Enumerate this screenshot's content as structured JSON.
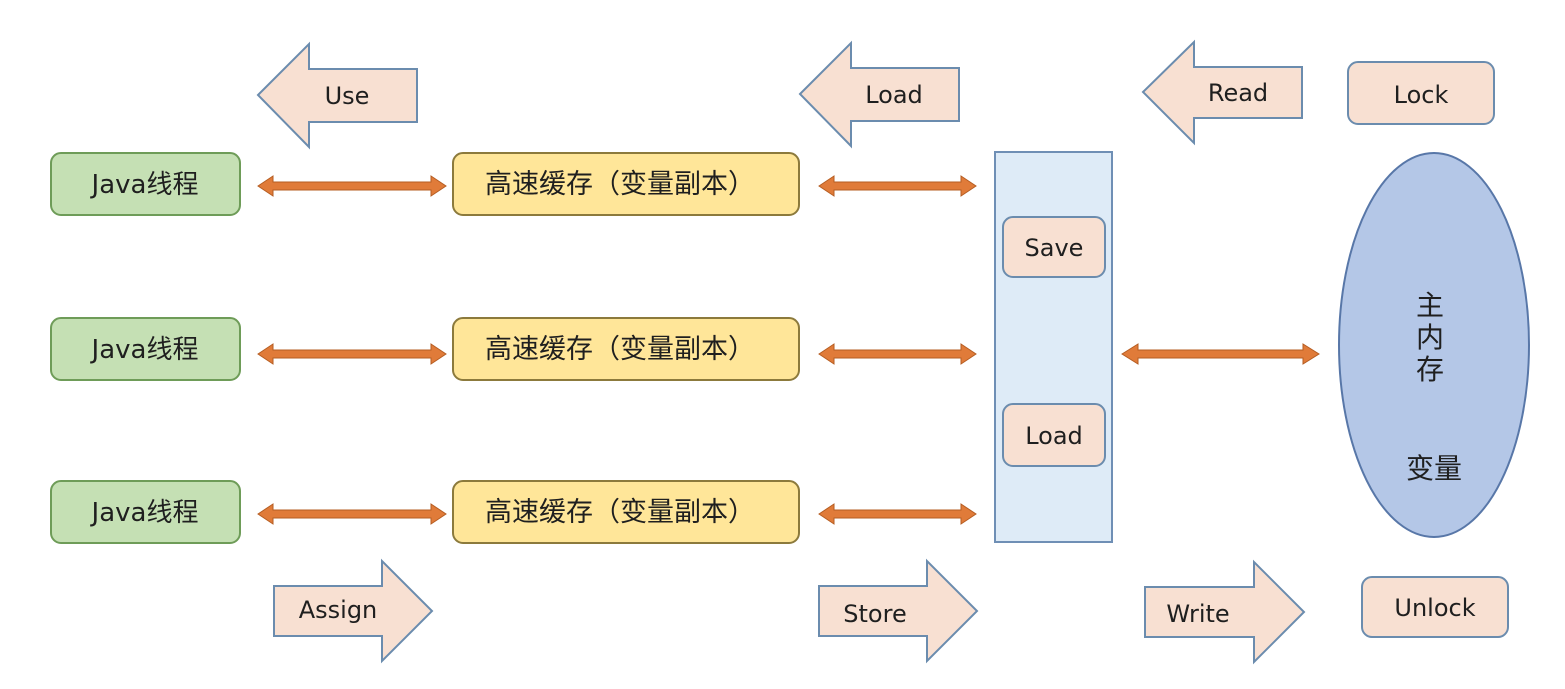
{
  "operations": {
    "use": "Use",
    "load_top": "Load",
    "read": "Read",
    "lock": "Lock",
    "assign": "Assign",
    "store": "Store",
    "write": "Write",
    "unlock": "Unlock"
  },
  "threads": [
    {
      "label": "Java线程"
    },
    {
      "label": "Java线程"
    },
    {
      "label": "Java线程"
    }
  ],
  "caches": [
    {
      "label": "高速缓存（变量副本）"
    },
    {
      "label": "高速缓存（变量副本）"
    },
    {
      "label": "高速缓存（变量副本）"
    }
  ],
  "buffer": {
    "save": "Save",
    "load": "Load"
  },
  "main_memory": {
    "chars": [
      "主",
      "内",
      "存"
    ],
    "variable": "变量"
  },
  "colors": {
    "thread_fill": "#c5e0b4",
    "thread_stroke": "#6e9c58",
    "cache_fill": "#ffe699",
    "cache_stroke": "#8c7a3c",
    "op_fill": "#f8e0d2",
    "op_stroke": "#6b8cae",
    "buffer_fill": "#deebf7",
    "buffer_stroke": "#6f8fb5",
    "memory_fill": "#b4c7e7",
    "memory_stroke": "#5877a8",
    "arrow": "#e07b39"
  }
}
